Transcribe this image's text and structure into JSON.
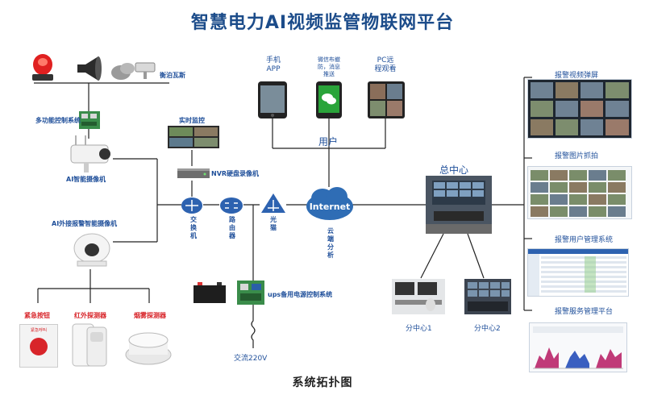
{
  "header": {
    "title": "智慧电力AI视频监管物联网平台"
  },
  "footer": {
    "caption": "系统拓扑图"
  },
  "devices": {
    "sound_light": "衡泊瓦斯",
    "multi_control": "多功能控制系统",
    "ai_camera": "AI智能摄像机",
    "ai_alarm_camera": "AI外接报警智能摄像机",
    "realtime": "实时监控",
    "nvr": "NVR硬盘录像机",
    "switch": "交换机",
    "router": "路由器",
    "optical": "光猫",
    "internet": "Internet",
    "cloud_analysis": "云端分析",
    "ups": "ups备用电源控制系统",
    "ac_power": "交流220V",
    "emergency_button": "紧急按钮",
    "infrared": "红外探测器",
    "smoke": "烟雾探测器",
    "emergency_plate_text": "紧急呼叫"
  },
  "users": {
    "mobile_app": [
      "手机",
      "APP"
    ],
    "wechat": [
      "微信布撤",
      "防，消息",
      "推送"
    ],
    "pc": [
      "PC远",
      "程观看"
    ],
    "label": "用户"
  },
  "center": {
    "main": "总中心",
    "sub1": "分中心1",
    "sub2": "分中心2"
  },
  "features": [
    "报警视频弹屏",
    "报警图片抓拍",
    "报警用户管理系统",
    "报警服务管理平台"
  ],
  "colors": {
    "title": "#1c4c8a",
    "label_blue": "#1f4f9a",
    "label_red": "#d8252a",
    "line": "#222222",
    "cloud": "#2f6db5"
  }
}
